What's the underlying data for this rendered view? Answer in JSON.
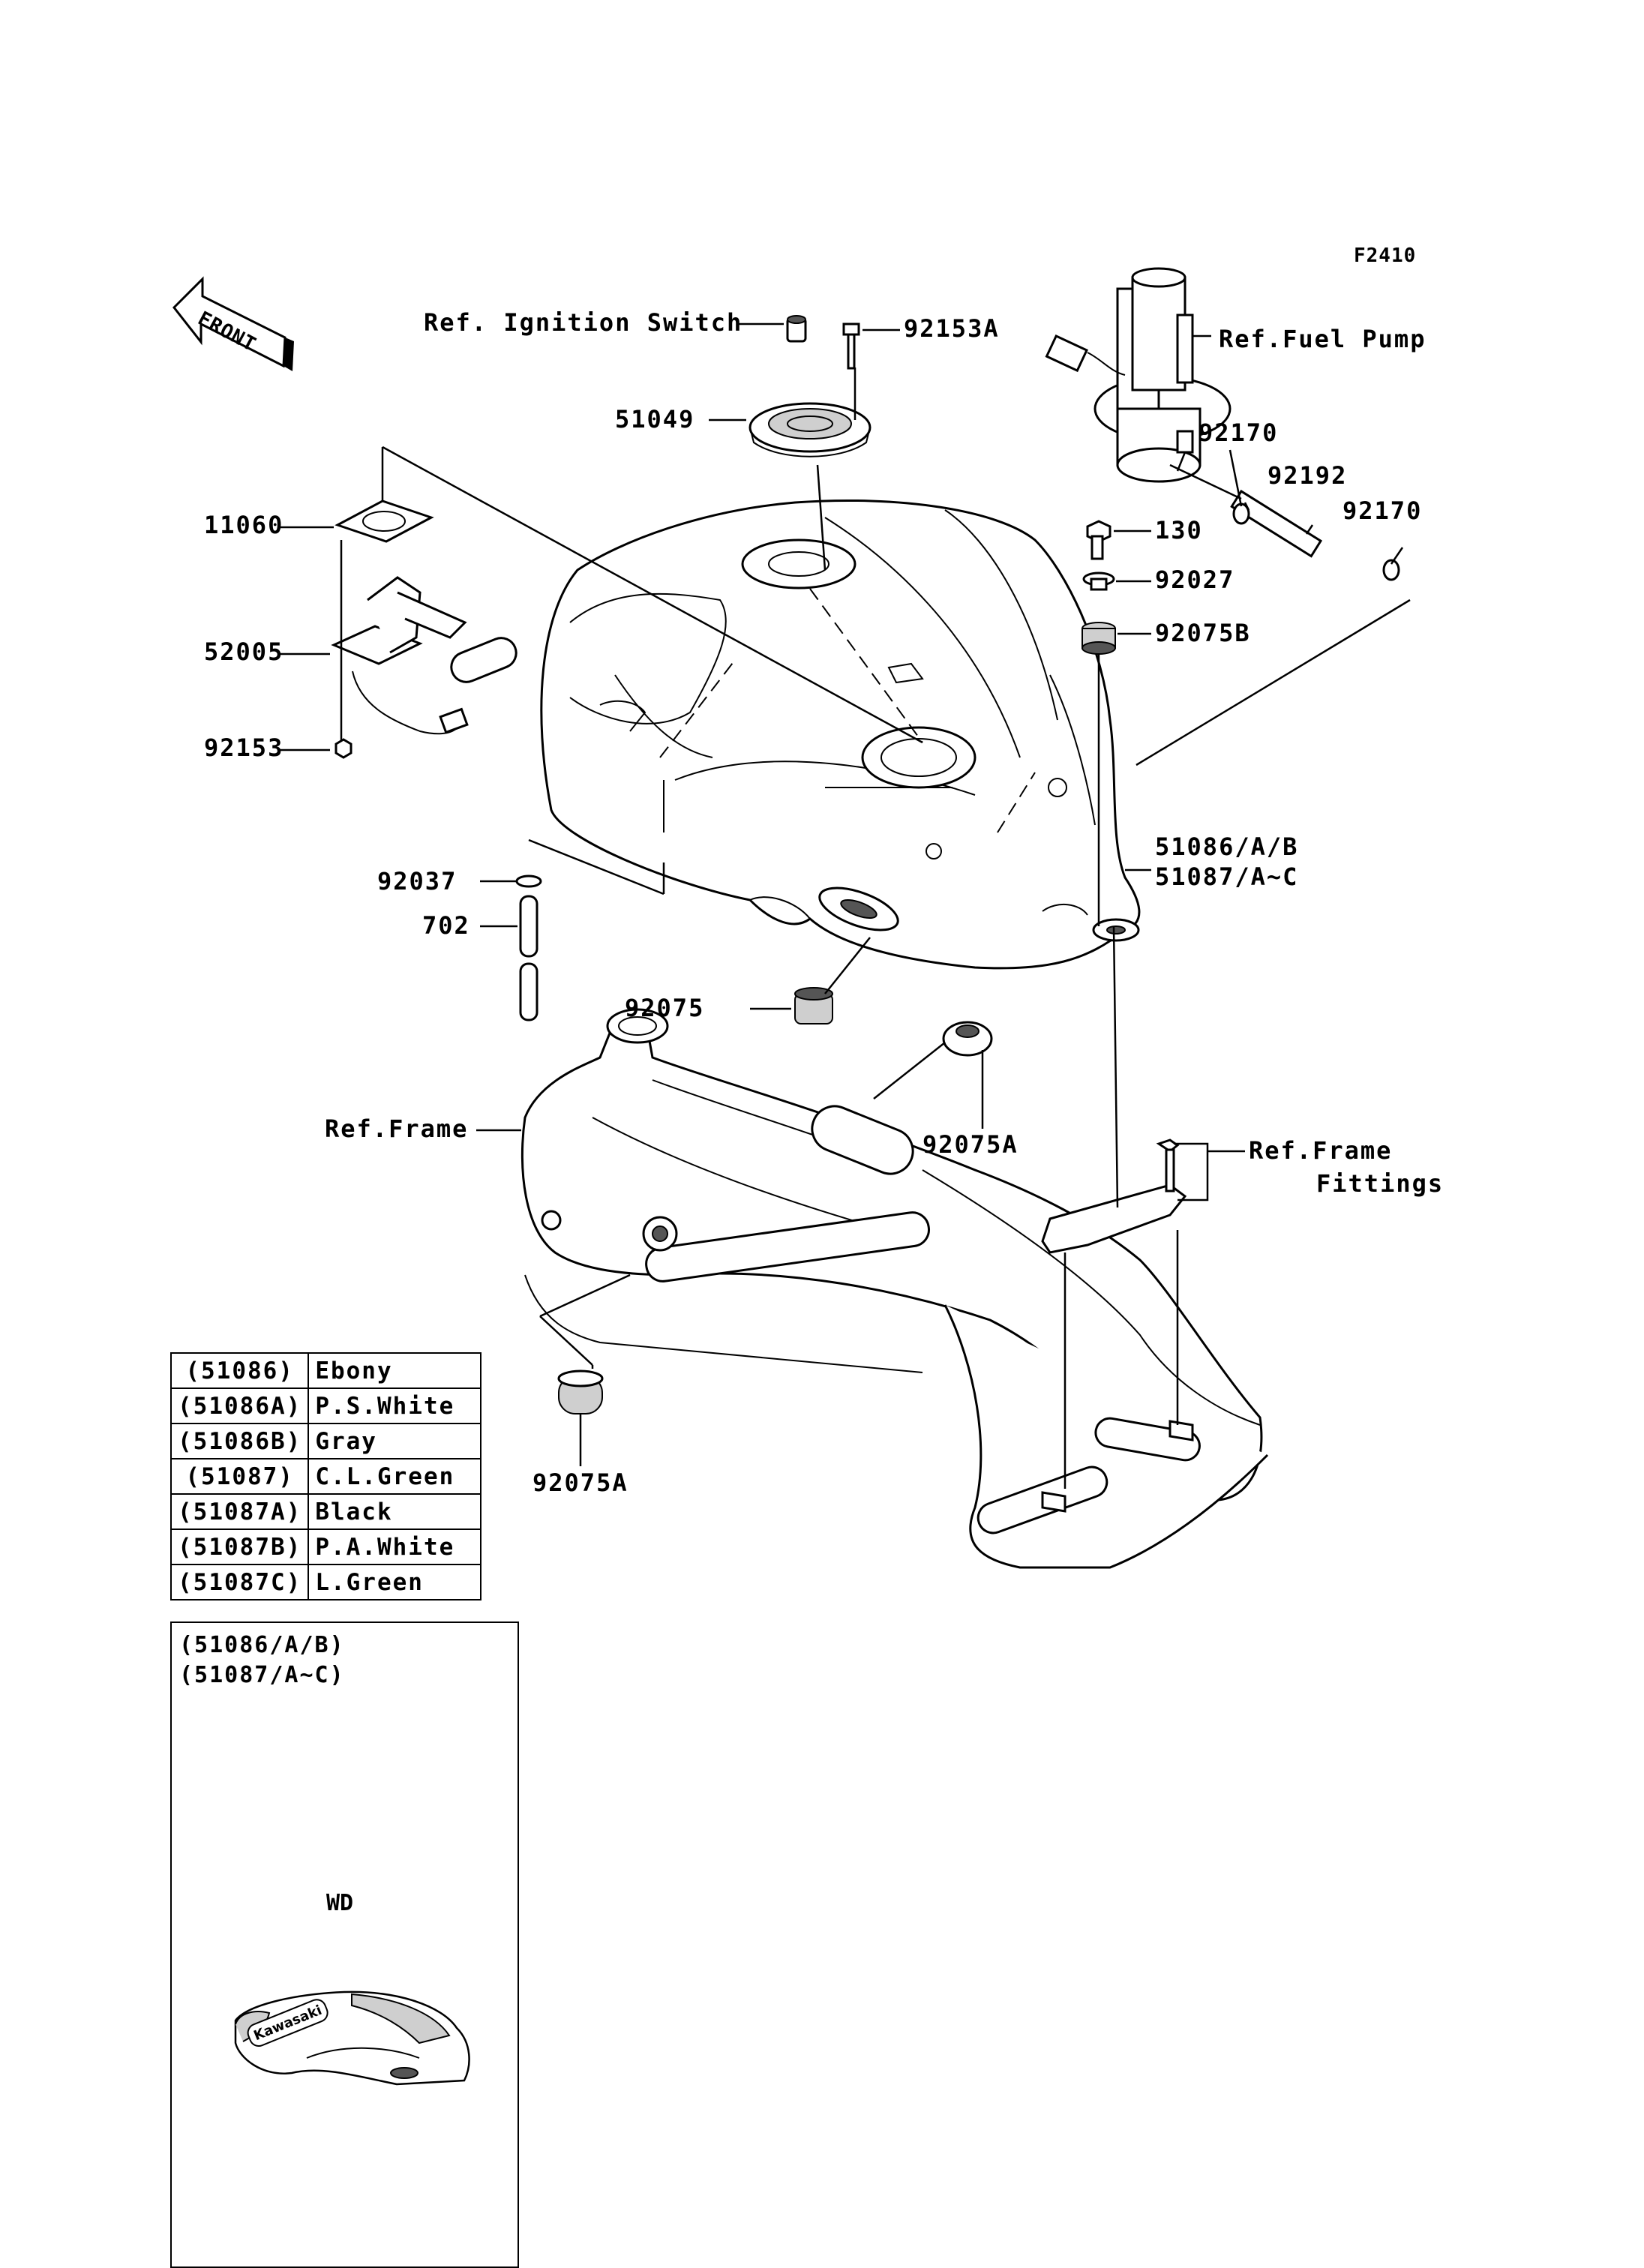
{
  "figure_code": "F2410",
  "front_arrow": "FRONT",
  "labels": {
    "ref_ignition_switch": "Ref. Ignition Switch",
    "p92153A": "92153A",
    "ref_fuel_pump": "Ref.Fuel Pump",
    "p51049": "51049",
    "p92170_a": "92170",
    "p92192": "92192",
    "p92170_b": "92170",
    "p11060": "11060",
    "p130": "130",
    "p92027": "92027",
    "p92075B": "92075B",
    "p52005": "52005",
    "p92153": "92153",
    "p51086": "51086/A/B",
    "p51087": "51087/A~C",
    "p92037": "92037",
    "p702": "702",
    "p92075": "92075",
    "ref_frame": "Ref.Frame",
    "p92075A_a": "92075A",
    "ref_frame_fittings_1": "Ref.Frame",
    "ref_frame_fittings_2": "Fittings",
    "p92075A_b": "92075A"
  },
  "color_table": [
    {
      "code": "(51086)",
      "name": "Ebony"
    },
    {
      "code": "(51086A)",
      "name": "P.S.White"
    },
    {
      "code": "(51086B)",
      "name": "Gray"
    },
    {
      "code": "(51087)",
      "name": "C.L.Green"
    },
    {
      "code": "(51087A)",
      "name": "Black"
    },
    {
      "code": "(51087B)",
      "name": "P.A.White"
    },
    {
      "code": "(51087C)",
      "name": "L.Green"
    }
  ],
  "wd_box": {
    "line1": "(51086/A/B)",
    "line2": "(51087/A~C)",
    "logo_text": "Kawasaki",
    "caption": "WD"
  }
}
